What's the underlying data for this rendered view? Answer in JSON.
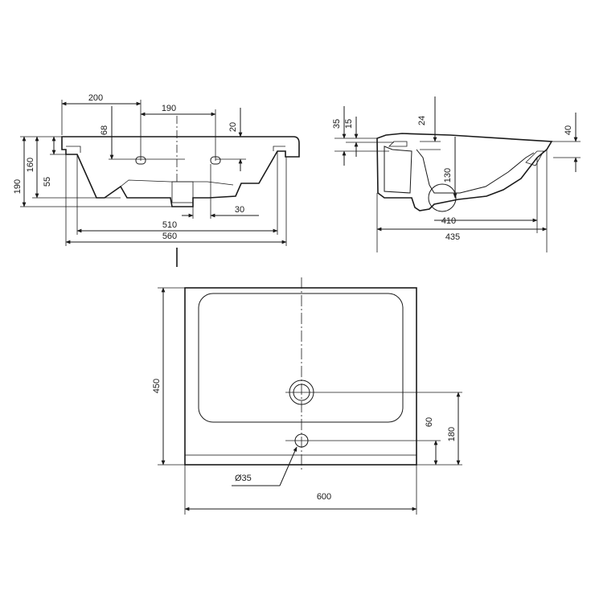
{
  "front_view": {
    "dim_200": "200",
    "dim_190_top": "190",
    "dim_68": "68",
    "dim_20": "20",
    "dim_190_left": "190",
    "dim_160": "160",
    "dim_55": "55",
    "dim_510": "510",
    "dim_30": "30",
    "dim_560": "560"
  },
  "side_view": {
    "dim_35": "35",
    "dim_15": "15",
    "dim_24": "24",
    "dim_40": "40",
    "dim_130": "130",
    "dim_410": "410",
    "dim_435": "435"
  },
  "top_view": {
    "dim_450": "450",
    "dim_60": "60",
    "dim_180": "180",
    "dim_diameter": "Ø35",
    "dim_600": "600"
  }
}
